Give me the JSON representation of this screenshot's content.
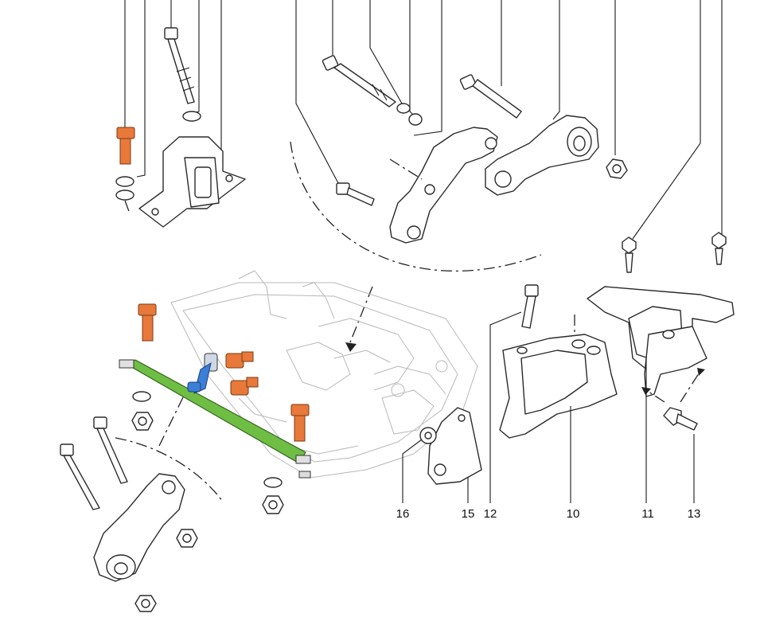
{
  "diagram": {
    "callouts": [
      {
        "id": "16",
        "label": "16"
      },
      {
        "id": "15",
        "label": "15"
      },
      {
        "id": "12",
        "label": "12"
      },
      {
        "id": "10",
        "label": "10"
      },
      {
        "id": "11",
        "label": "11"
      },
      {
        "id": "13",
        "label": "13"
      }
    ],
    "colors": {
      "highlight_bolt": "#e8793a",
      "highlight_bar": "#6fbe44",
      "highlight_link": "#3b7fd6",
      "line": "#1a1a1a",
      "ghost_frame": "#b8b8b8"
    }
  }
}
